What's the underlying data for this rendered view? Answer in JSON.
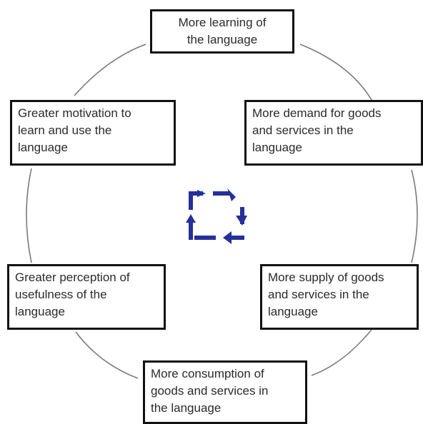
{
  "diagram": {
    "nodes": [
      {
        "id": "node-1",
        "text": "More learning of\nthe language"
      },
      {
        "id": "node-2",
        "text": "More demand for goods\nand services in the\nlanguage"
      },
      {
        "id": "node-3",
        "text": "More supply of goods\nand services in the\nlanguage"
      },
      {
        "id": "node-4",
        "text": "More consumption of\ngoods and services in\nthe language"
      },
      {
        "id": "node-5",
        "text": "Greater perception of\nusefulness of the\nlanguage"
      },
      {
        "id": "node-6",
        "text": "Greater motivation to\nlearn and use the\nlanguage"
      }
    ],
    "colors": {
      "box_border": "#111111",
      "text": "#2b2b2b",
      "connector": "#7a7a7a",
      "cycle_icon": "#26309a"
    },
    "center_icon": "cycle-arrows-icon"
  }
}
